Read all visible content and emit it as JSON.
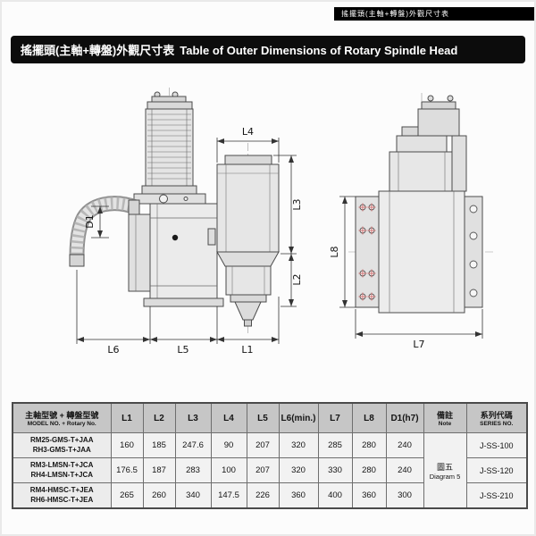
{
  "banner": {
    "text": "搖擺頭(主軸+轉盤)外觀尺寸表"
  },
  "title": {
    "zh": "搖擺頭(主軸+轉盤)外觀尺寸表",
    "en": "Table of Outer Dimensions of Rotary Spindle Head"
  },
  "drawing": {
    "labels": {
      "L1": "L1",
      "L2": "L2",
      "L3": "L3",
      "L4": "L4",
      "L5": "L5",
      "L6": "L6",
      "L7": "L7",
      "L8": "L8",
      "D1": "D1"
    }
  },
  "table": {
    "model_header": {
      "zh": "主軸型號 + 轉盤型號",
      "en": "MODEL NO. + Rotary No."
    },
    "dim_headers": [
      "L1",
      "L2",
      "L3",
      "L4",
      "L5",
      "L6(min.)",
      "L7",
      "L8",
      "D1(h7)"
    ],
    "note_header": {
      "zh": "備註",
      "en": "Note"
    },
    "series_header": {
      "zh": "系列代碼",
      "en": "SERIES NO."
    },
    "note": {
      "zh": "圖五",
      "en": "Diagram 5"
    },
    "rows": [
      {
        "model1": "RM25-GMS-T+JAA",
        "model2": "RH3-GMS-T+JAA",
        "values": [
          "160",
          "185",
          "247.6",
          "90",
          "207",
          "320",
          "285",
          "280",
          "240"
        ],
        "series": "J-SS-100"
      },
      {
        "model1": "RM3-LMSN-T+JCA",
        "model2": "RH4-LMSN-T+JCA",
        "values": [
          "176.5",
          "187",
          "283",
          "100",
          "207",
          "320",
          "330",
          "280",
          "240"
        ],
        "series": "J-SS-120"
      },
      {
        "model1": "RM4-HMSC-T+JEA",
        "model2": "RH6-HMSC-T+JEA",
        "values": [
          "265",
          "260",
          "340",
          "147.5",
          "226",
          "360",
          "400",
          "360",
          "300"
        ],
        "series": "J-SS-210"
      }
    ]
  }
}
